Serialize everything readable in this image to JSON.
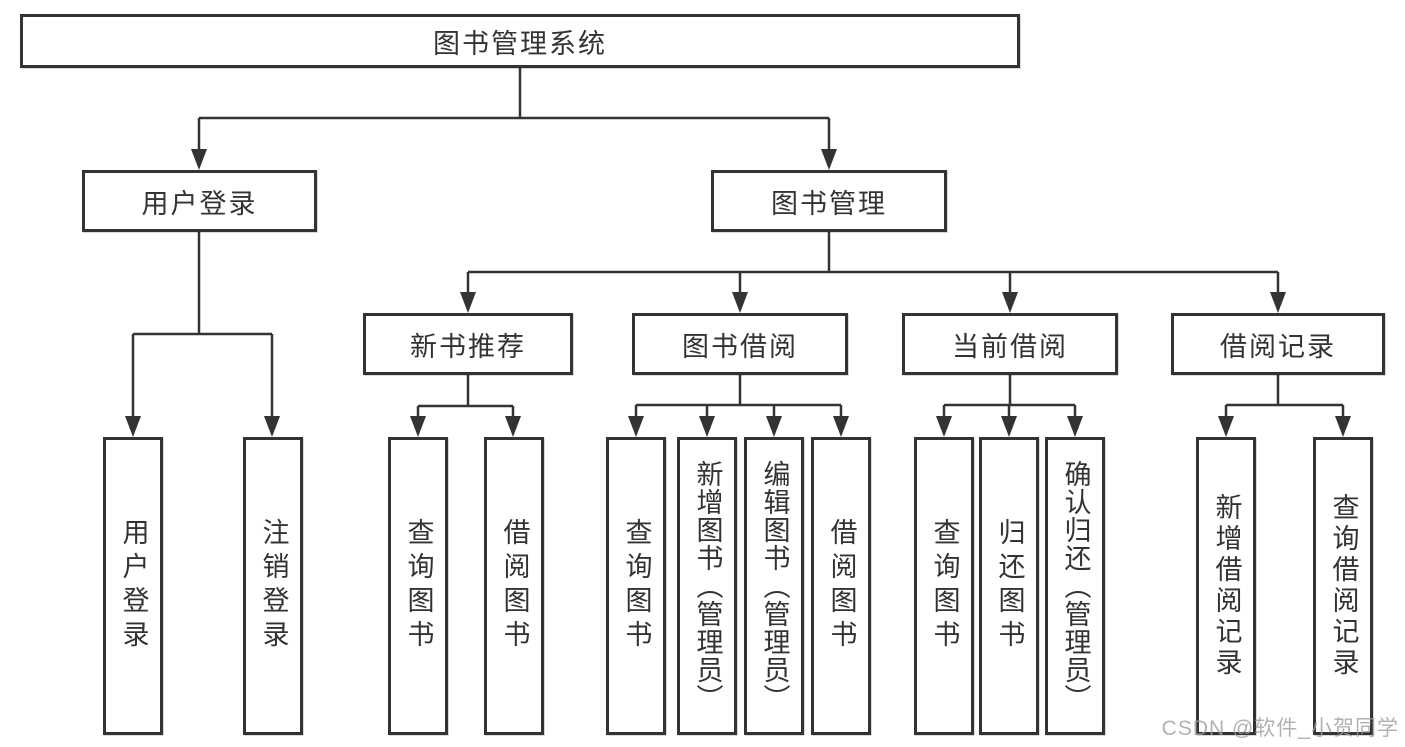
{
  "diagram": {
    "title": "图书管理系统",
    "type": "hierarchy-tree",
    "root": {
      "label": "图书管理系统"
    },
    "level2": {
      "user_login": {
        "label": "用户登录"
      },
      "book_management": {
        "label": "图书管理"
      }
    },
    "level3": {
      "new_book_recommend": {
        "label": "新书推荐"
      },
      "book_borrowing": {
        "label": "图书借阅"
      },
      "current_borrowing": {
        "label": "当前借阅"
      },
      "borrowing_records": {
        "label": "借阅记录"
      }
    },
    "leaves": {
      "user_login_leaf": {
        "label": "用户登录",
        "parent": "用户登录"
      },
      "logout": {
        "label": "注销登录",
        "parent": "用户登录"
      },
      "recommend_query_books": {
        "label": "查询图书",
        "parent": "新书推荐"
      },
      "recommend_borrow_books": {
        "label": "借阅图书",
        "parent": "新书推荐"
      },
      "borrowing_query_books": {
        "label": "查询图书",
        "parent": "图书借阅"
      },
      "borrowing_add_books": {
        "label": "新增图书（管理员）",
        "parent": "图书借阅"
      },
      "borrowing_edit_books": {
        "label": "编辑图书（管理员）",
        "parent": "图书借阅"
      },
      "borrowing_borrow_books": {
        "label": "借阅图书",
        "parent": "图书借阅"
      },
      "current_query_books": {
        "label": "查询图书",
        "parent": "当前借阅"
      },
      "current_return_books": {
        "label": "归还图书",
        "parent": "当前借阅"
      },
      "current_confirm_return": {
        "label": "确认归还（管理员）",
        "parent": "当前借阅"
      },
      "records_add_record": {
        "label": "新增借阅记录",
        "parent": "借阅记录"
      },
      "records_query_record": {
        "label": "查询借阅记录",
        "parent": "借阅记录"
      }
    }
  },
  "watermark": {
    "text": "CSDN @软件_小贺同学"
  },
  "colors": {
    "line": "#333333",
    "text": "#333333",
    "watermark": "#9e9e9e",
    "background": "#ffffff"
  }
}
